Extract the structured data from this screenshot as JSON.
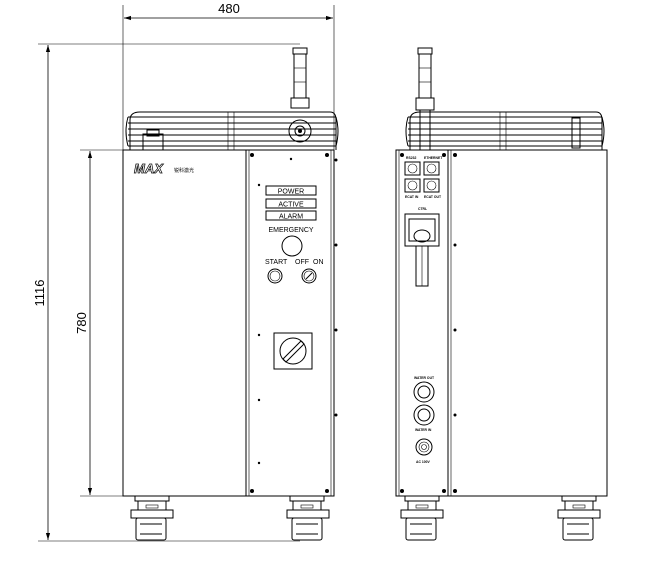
{
  "dimensions": {
    "width": "480",
    "total_height": "1116",
    "body_height": "780"
  },
  "front_view": {
    "brand": "MAX",
    "brand_sub": "锐科激光",
    "indicators": [
      "POWER",
      "ACTIVE",
      "ALARM"
    ],
    "emergency_label": "EMERGENCY",
    "start_label": "START",
    "off_label": "OFF",
    "on_label": "ON"
  },
  "side_view": {
    "rs232_label": "RS232",
    "ethernet_label": "ETHERNET",
    "ecat_in_label": "ECAT IN",
    "ecat_out_label": "ECAT OUT",
    "ctrl_label": "CTRL",
    "water_out_label": "WATER OUT",
    "water_in_label": "WATER IN",
    "ac_label": "AC 100V"
  }
}
